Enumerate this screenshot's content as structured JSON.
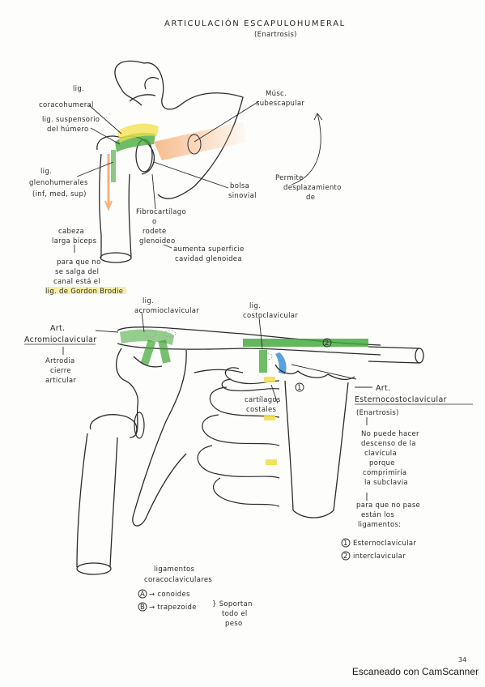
{
  "title": "ARTICULACIÓN ESCAPULOHUMERAL",
  "subtitle": "(Enartrosis)",
  "top_labels": {
    "lig_coracohumeral_1": "lig.",
    "lig_coracohumeral_2": "coracohumeral",
    "lig_suspensorio_1": "lig. suspensorio",
    "lig_suspensorio_2": "del húmero",
    "musc_subescapular_1": "Músc.",
    "musc_subescapular_2": "subescapular",
    "lig_glenohumerales_1": "lig.",
    "lig_glenohumerales_2": "glenohumerales",
    "lig_glenohumerales_3": "(inf, med, sup)",
    "bolsa_1": "bolsa",
    "bolsa_2": "sinovial",
    "permite_1": "Permite",
    "permite_2": "desplazamiento",
    "permite_3": "de",
    "fibrocartilago_1": "Fibrocartílago",
    "fibrocartilago_2": "o",
    "fibrocartilago_3": "rodete",
    "fibrocartilago_4": "glenoideo",
    "aumenta_1": "aumenta superficie",
    "aumenta_2": "cavidad glenoidea",
    "cabeza_1": "cabeza",
    "cabeza_2": "larga bíceps",
    "para_1": "para que no",
    "para_2": "se salga del",
    "para_3": "canal está el",
    "para_4": "lig. de Gordon Brodie"
  },
  "bottom_labels": {
    "lig_acromioclavicular_1": "lig.",
    "lig_acromioclavicular_2": "acromioclavicular",
    "lig_costoclavicular_1": "lig.",
    "lig_costoclavicular_2": "costoclavicular",
    "art_acromio_1": "Art.",
    "art_acromio_2": "Acromioclavicular",
    "artrodia_1": "Artrodia",
    "artrodia_2": "cierre",
    "artrodia_3": "articular",
    "cartilagos_1": "cartílagos",
    "cartilagos_2": "costales",
    "art_esterno_1": "Art.",
    "art_esterno_2": "Esternocostoclavicular",
    "art_esterno_3": "(Enartrosis)",
    "no_puede_1": "No puede hacer",
    "no_puede_2": "descenso de la",
    "no_puede_3": "clavícula",
    "no_puede_4": "porque",
    "no_puede_5": "comprimiría",
    "no_puede_6": "la subclavia",
    "para_1": "para que no pase",
    "para_2": "están los",
    "para_3": "ligamentos:",
    "lig1_num": "1",
    "lig1": "Esternoclavicular",
    "lig2_num": "2",
    "lig2": "interclavicular",
    "marker_1": "1",
    "marker_2": "2",
    "lig_cc_1": "ligamentos",
    "lig_cc_2": "coracoclaviculares",
    "cc_a_num": "A",
    "cc_a": "→ conoides",
    "cc_b_num": "B",
    "cc_b": "→ trapezoide",
    "soportan_1": "} Soportan",
    "soportan_2": "todo el",
    "soportan_3": "peso"
  },
  "page_number": "34",
  "footer": "Escaneado con CamScanner",
  "colors": {
    "ink": "#2b2b2b",
    "green": "#3fa535",
    "yellow": "#f4e04a",
    "orange": "#f6b07a",
    "blue": "#3b8fd8"
  }
}
